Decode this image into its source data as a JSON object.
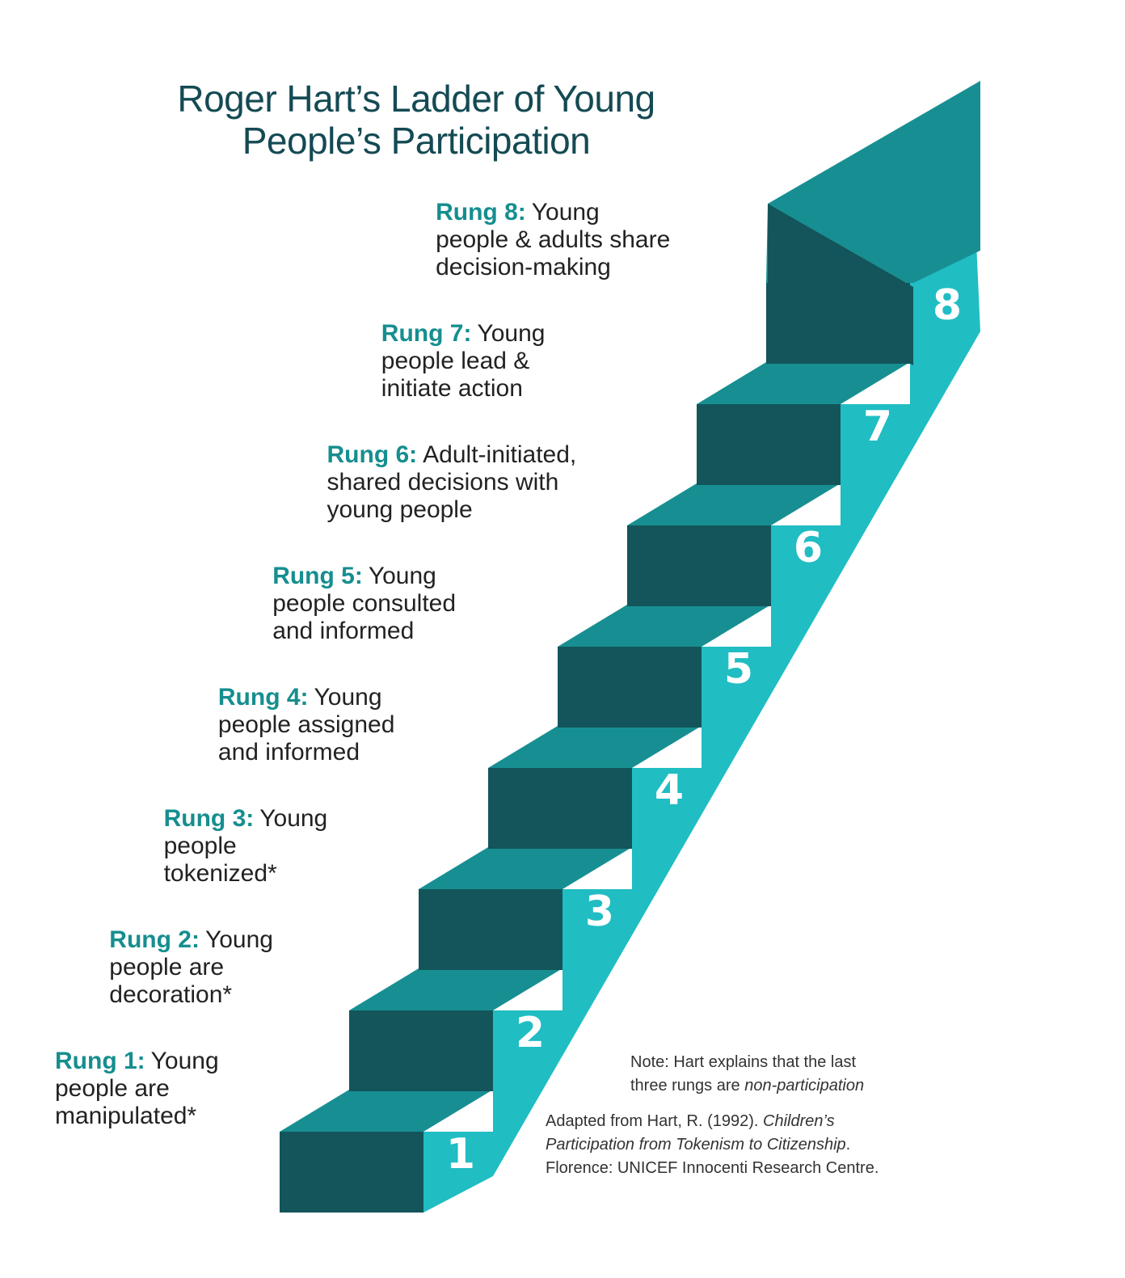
{
  "title": {
    "line1": "Roger Hart’s Ladder of Young",
    "line2": "People’s Participation"
  },
  "rungs": [
    {
      "number": "1",
      "head": "Rung 1:",
      "body": "Young\npeople are\nmanipulated*"
    },
    {
      "number": "2",
      "head": "Rung 2:",
      "body": "Young\npeople are\ndecoration*"
    },
    {
      "number": "3",
      "head": "Rung 3:",
      "body": "Young\npeople\ntokenized*"
    },
    {
      "number": "4",
      "head": "Rung 4:",
      "body": "Young\npeople assigned\nand informed"
    },
    {
      "number": "5",
      "head": "Rung 5:",
      "body": "Young\npeople consulted\nand informed"
    },
    {
      "number": "6",
      "head": "Rung 6:",
      "body": "Adult-initiated,\nshared decisions with\nyoung people"
    },
    {
      "number": "7",
      "head": "Rung 7:",
      "body": "Young\npeople lead &\ninitiate action"
    },
    {
      "number": "8",
      "head": "Rung 8:",
      "body": "Young\npeople & adults share\ndecision-making"
    }
  ],
  "note": {
    "text": "Note: Hart explains that the last\nthree rungs are ",
    "emphasis": "non-participation"
  },
  "source": {
    "prefix": "Adapted from Hart, R. (1992). ",
    "title_line1": "Children’s",
    "title_line2": "Participation from Tokenism to Citizenship",
    "suffix": ".",
    "publisher": "Florence: UNICEF Innocenti Research Centre."
  },
  "colors": {
    "tread": "#178f92",
    "riser": "#13555a",
    "side": "#20bdc3",
    "title": "#144a53",
    "label_head": "#168e8f"
  }
}
